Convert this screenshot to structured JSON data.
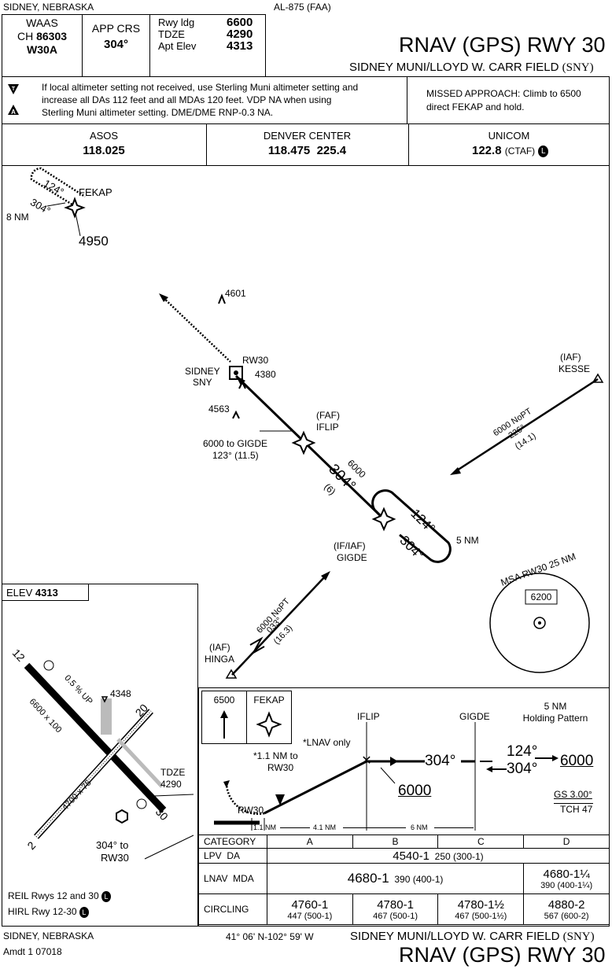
{
  "header": {
    "city_state": "SIDNEY, NEBRASKA",
    "chart_id": "AL-875 (FAA)",
    "waas_label": "WAAS",
    "waas_ch_prefix": "CH",
    "waas_ch": "86303",
    "waas_id": "W30A",
    "app_crs_label": "APP CRS",
    "app_crs": "304°",
    "rwy_ldg_label": "Rwy ldg",
    "rwy_ldg": "6600",
    "tdze_label": "TDZE",
    "tdze": "4290",
    "apt_elev_label": "Apt Elev",
    "apt_elev": "4313",
    "title": "RNAV (GPS) RWY 30",
    "airport": "SIDNEY MUNI/LLOYD W. CARR FIELD",
    "airport_id": "(SNY)"
  },
  "notes": {
    "line1": "If local altimeter setting not received, use Sterling Muni altimeter setting and",
    "line2": "increase all DAs 112 feet and all MDAs 120 feet. VDP NA when using",
    "line3": "Sterling Muni altimeter setting.  DME/DME RNP-0.3 NA.",
    "missed1": "MISSED APPROACH: Climb to 6500",
    "missed2": "direct FEKAP and hold."
  },
  "comms": {
    "asos_label": "ASOS",
    "asos_freq": "118.025",
    "center_label": "DENVER CENTER",
    "center_freq": "118.475  225.4",
    "unicom_label": "UNICOM",
    "unicom_freq": "122.8",
    "ctaf": "(CTAF)",
    "lighting_symbol": "L"
  },
  "planview": {
    "fekap": "FEKAP",
    "fekap_alt": "4950",
    "hold_inbound": "124°",
    "hold_outbound": "304°",
    "hold_leg": "8 NM",
    "obstacle1": "4601",
    "sidney": "SIDNEY",
    "sny": "SNY",
    "rw30": "RW30",
    "obstacle_4380": "4380",
    "obstacle_4563": "4563",
    "to_gigde": "6000 to GIGDE",
    "to_gigde_crs": "123° (11.5)",
    "faf": "(FAF)",
    "iflip": "IFLIP",
    "final_alt": "6000",
    "final_crs": "304°",
    "final_dist": "(6)",
    "hold2_in": "124°",
    "hold2_out": "304°",
    "hold2_leg": "5 NM",
    "if_iaf": "(IF/IAF)",
    "gigde": "GIGDE",
    "iaf": "(IAF)",
    "kesse": "KESSE",
    "kesse_alt": "6000 NoPT",
    "kesse_crs": "226°",
    "kesse_dist": "(14.1)",
    "hinga": "HINGA",
    "hinga_alt": "6000 NoPT",
    "hinga_crs": "033°",
    "hinga_dist": "(16.3)",
    "msa_label": "MSA RW30 25 NM",
    "msa_alt": "6200"
  },
  "airport_sketch": {
    "elev_label": "ELEV",
    "elev": "4313",
    "rwy12": "12",
    "rwy30": "30",
    "rwy2": "2",
    "rwy20": "20",
    "rwy_dims": "6600 x 100",
    "rwy_dims2": "4700 x 75",
    "gradient": "0.5 % UP",
    "obstacle": "4348",
    "tdze_label": "TDZE",
    "tdze": "4290",
    "to_rw30": "304° to",
    "to_rw30_b": "RW30",
    "reil": "REIL Rwys 12 and 30",
    "hirl": "HIRL Rwy 12-30"
  },
  "profile": {
    "missed_alt": "6500",
    "missed_fix": "FEKAP",
    "iflip": "IFLIP",
    "gigde": "GIGDE",
    "holding": "5 NM",
    "holding2": "Holding Pattern",
    "lnav_only": "*LNAV only",
    "nm_to_rw30": "*1.1 NM to",
    "rw30_a": "RW30",
    "rw30_b": "RW30",
    "alt_6000_a": "6000",
    "alt_6000_b": "6000",
    "crs_304_a": "304°",
    "crs_124": "124°",
    "crs_304_b": "304°",
    "gs": "GS 3.00°",
    "tch": "TCH 47",
    "dist1": "1.1 NM",
    "dist2": "4.1 NM",
    "dist3": "6 NM"
  },
  "minimums": {
    "headers": [
      "CATEGORY",
      "A",
      "B",
      "C",
      "D"
    ],
    "lpv_label": "LPV  DA",
    "lpv_value": "4540-1",
    "lpv_sub": "250 (300-1)",
    "lnav_label": "LNAV  MDA",
    "lnav_value": "4680-1",
    "lnav_sub": "390 (400-1)",
    "lnav_d": "4680-1¼",
    "lnav_d_sub": "390 (400-1¼)",
    "circling_label": "CIRCLING",
    "circ": [
      {
        "v": "4760-1",
        "s": "447 (500-1)"
      },
      {
        "v": "4780-1",
        "s": "467 (500-1)"
      },
      {
        "v": "4780-1½",
        "s": "467 (500-1½)"
      },
      {
        "v": "4880-2",
        "s": "567 (600-2)"
      }
    ]
  },
  "footer": {
    "city_state": "SIDNEY, NEBRASKA",
    "amdt": "Amdt 1  07018",
    "coords": "41° 06' N-102° 59' W",
    "airport": "SIDNEY MUNI/LLOYD W. CARR FIELD",
    "airport_id": "(SNY)",
    "title": "RNAV (GPS) RWY 30"
  }
}
